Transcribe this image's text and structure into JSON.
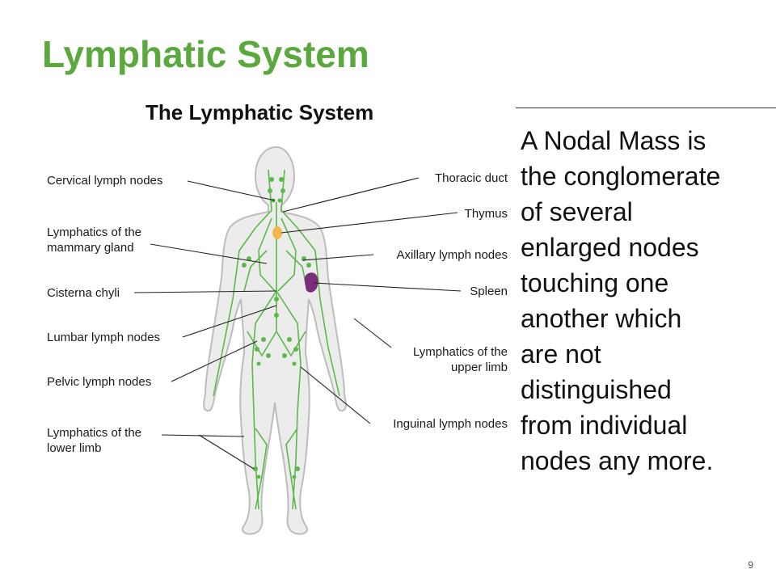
{
  "slide": {
    "title": "Lymphatic System",
    "page_number": "9"
  },
  "figure": {
    "title": "The Lymphatic System",
    "labels": {
      "cervical": "Cervical lymph nodes",
      "mammary_1": "Lymphatics of the",
      "mammary_2": "mammary gland",
      "cisterna": "Cisterna chyli",
      "lumbar": "Lumbar lymph nodes",
      "pelvic": "Pelvic lymph nodes",
      "lower_1": "Lymphatics of the",
      "lower_2": "lower limb",
      "thoracic": "Thoracic duct",
      "thymus": "Thymus",
      "axillary": "Axillary lymph nodes",
      "spleen": "Spleen",
      "upper_1": "Lymphatics of the",
      "upper_2": "upper limb",
      "inguinal": "Inguinal lymph nodes"
    },
    "colors": {
      "body_fill": "#ececec",
      "body_stroke": "#bdbdbd",
      "lymph": "#5cb84a",
      "thymus": "#f2b84b",
      "spleen": "#7a2e7a"
    }
  },
  "text_block": {
    "lines": [
      "A Nodal Mass is",
      "the conglomerate",
      "of several",
      "enlarged nodes",
      "touching one",
      "another which",
      "are not",
      "distinguished",
      "from individual",
      "nodes any more."
    ]
  }
}
